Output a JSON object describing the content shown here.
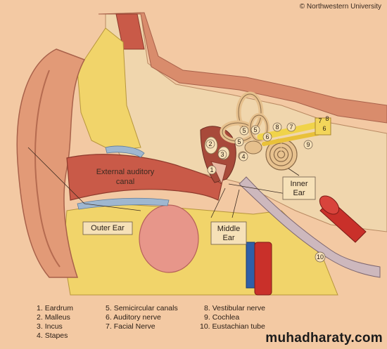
{
  "credit": "© Northwestern University",
  "labels": {
    "external_canal_line1": "External auditory",
    "external_canal_line2": "canal",
    "outer_ear": "Outer Ear",
    "middle_ear_line1": "Middle",
    "middle_ear_line2": "Ear",
    "inner_ear_line1": "Inner",
    "inner_ear_line2": "Ear"
  },
  "markers": [
    "1",
    "2",
    "3",
    "4",
    "5",
    "5",
    "5",
    "6",
    "7",
    "8",
    "9",
    "10",
    "7",
    "8",
    "6"
  ],
  "legend": [
    {
      "num": "1.",
      "text": "Eardrum"
    },
    {
      "num": "2.",
      "text": "Malleus"
    },
    {
      "num": "3.",
      "text": "Incus"
    },
    {
      "num": "4.",
      "text": "Stapes"
    },
    {
      "num": "5.",
      "text": "Semicircular canals"
    },
    {
      "num": "6.",
      "text": "Auditory nerve"
    },
    {
      "num": "7.",
      "text": "Facial Nerve"
    },
    {
      "num": "8.",
      "text": "Vestibular nerve"
    },
    {
      "num": "9.",
      "text": "Cochlea"
    },
    {
      "num": "10.",
      "text": "Eustachian tube"
    }
  ],
  "watermark": "muhadharaty.com",
  "colors": {
    "background": "#f3c9a3",
    "skin": "#e8a07e",
    "bone": "#f6e1b8",
    "fat": "#f1d46a",
    "muscle": "#d9735f",
    "canal": "#c95a48",
    "artery": "#c9302a",
    "vein": "#2f5fa8",
    "cartilage": "#9fb7d0"
  }
}
